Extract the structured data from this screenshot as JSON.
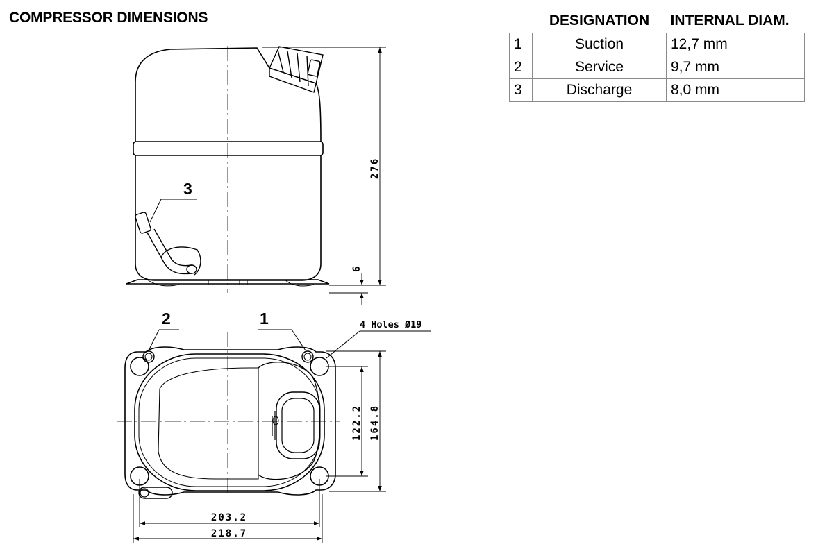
{
  "title": "COMPRESSOR DIMENSIONS",
  "table": {
    "headers": {
      "designation": "DESIGNATION",
      "internal_diam": "INTERNAL DIAM."
    },
    "rows": [
      {
        "num": "1",
        "designation": "Suction",
        "diam": "12,7 mm"
      },
      {
        "num": "2",
        "designation": "Service",
        "diam": "9,7 mm"
      },
      {
        "num": "3",
        "designation": "Discharge",
        "diam": "8,0 mm"
      }
    ]
  },
  "drawing": {
    "callouts": {
      "one": "1",
      "two": "2",
      "three": "3"
    },
    "holes_note": "4 Holes Ø19",
    "dims": {
      "height": "276",
      "base": "6",
      "hole_spacing_y": "122.2",
      "overall_y": "164.8",
      "hole_spacing_x": "203.2",
      "overall_x": "218.7"
    }
  }
}
